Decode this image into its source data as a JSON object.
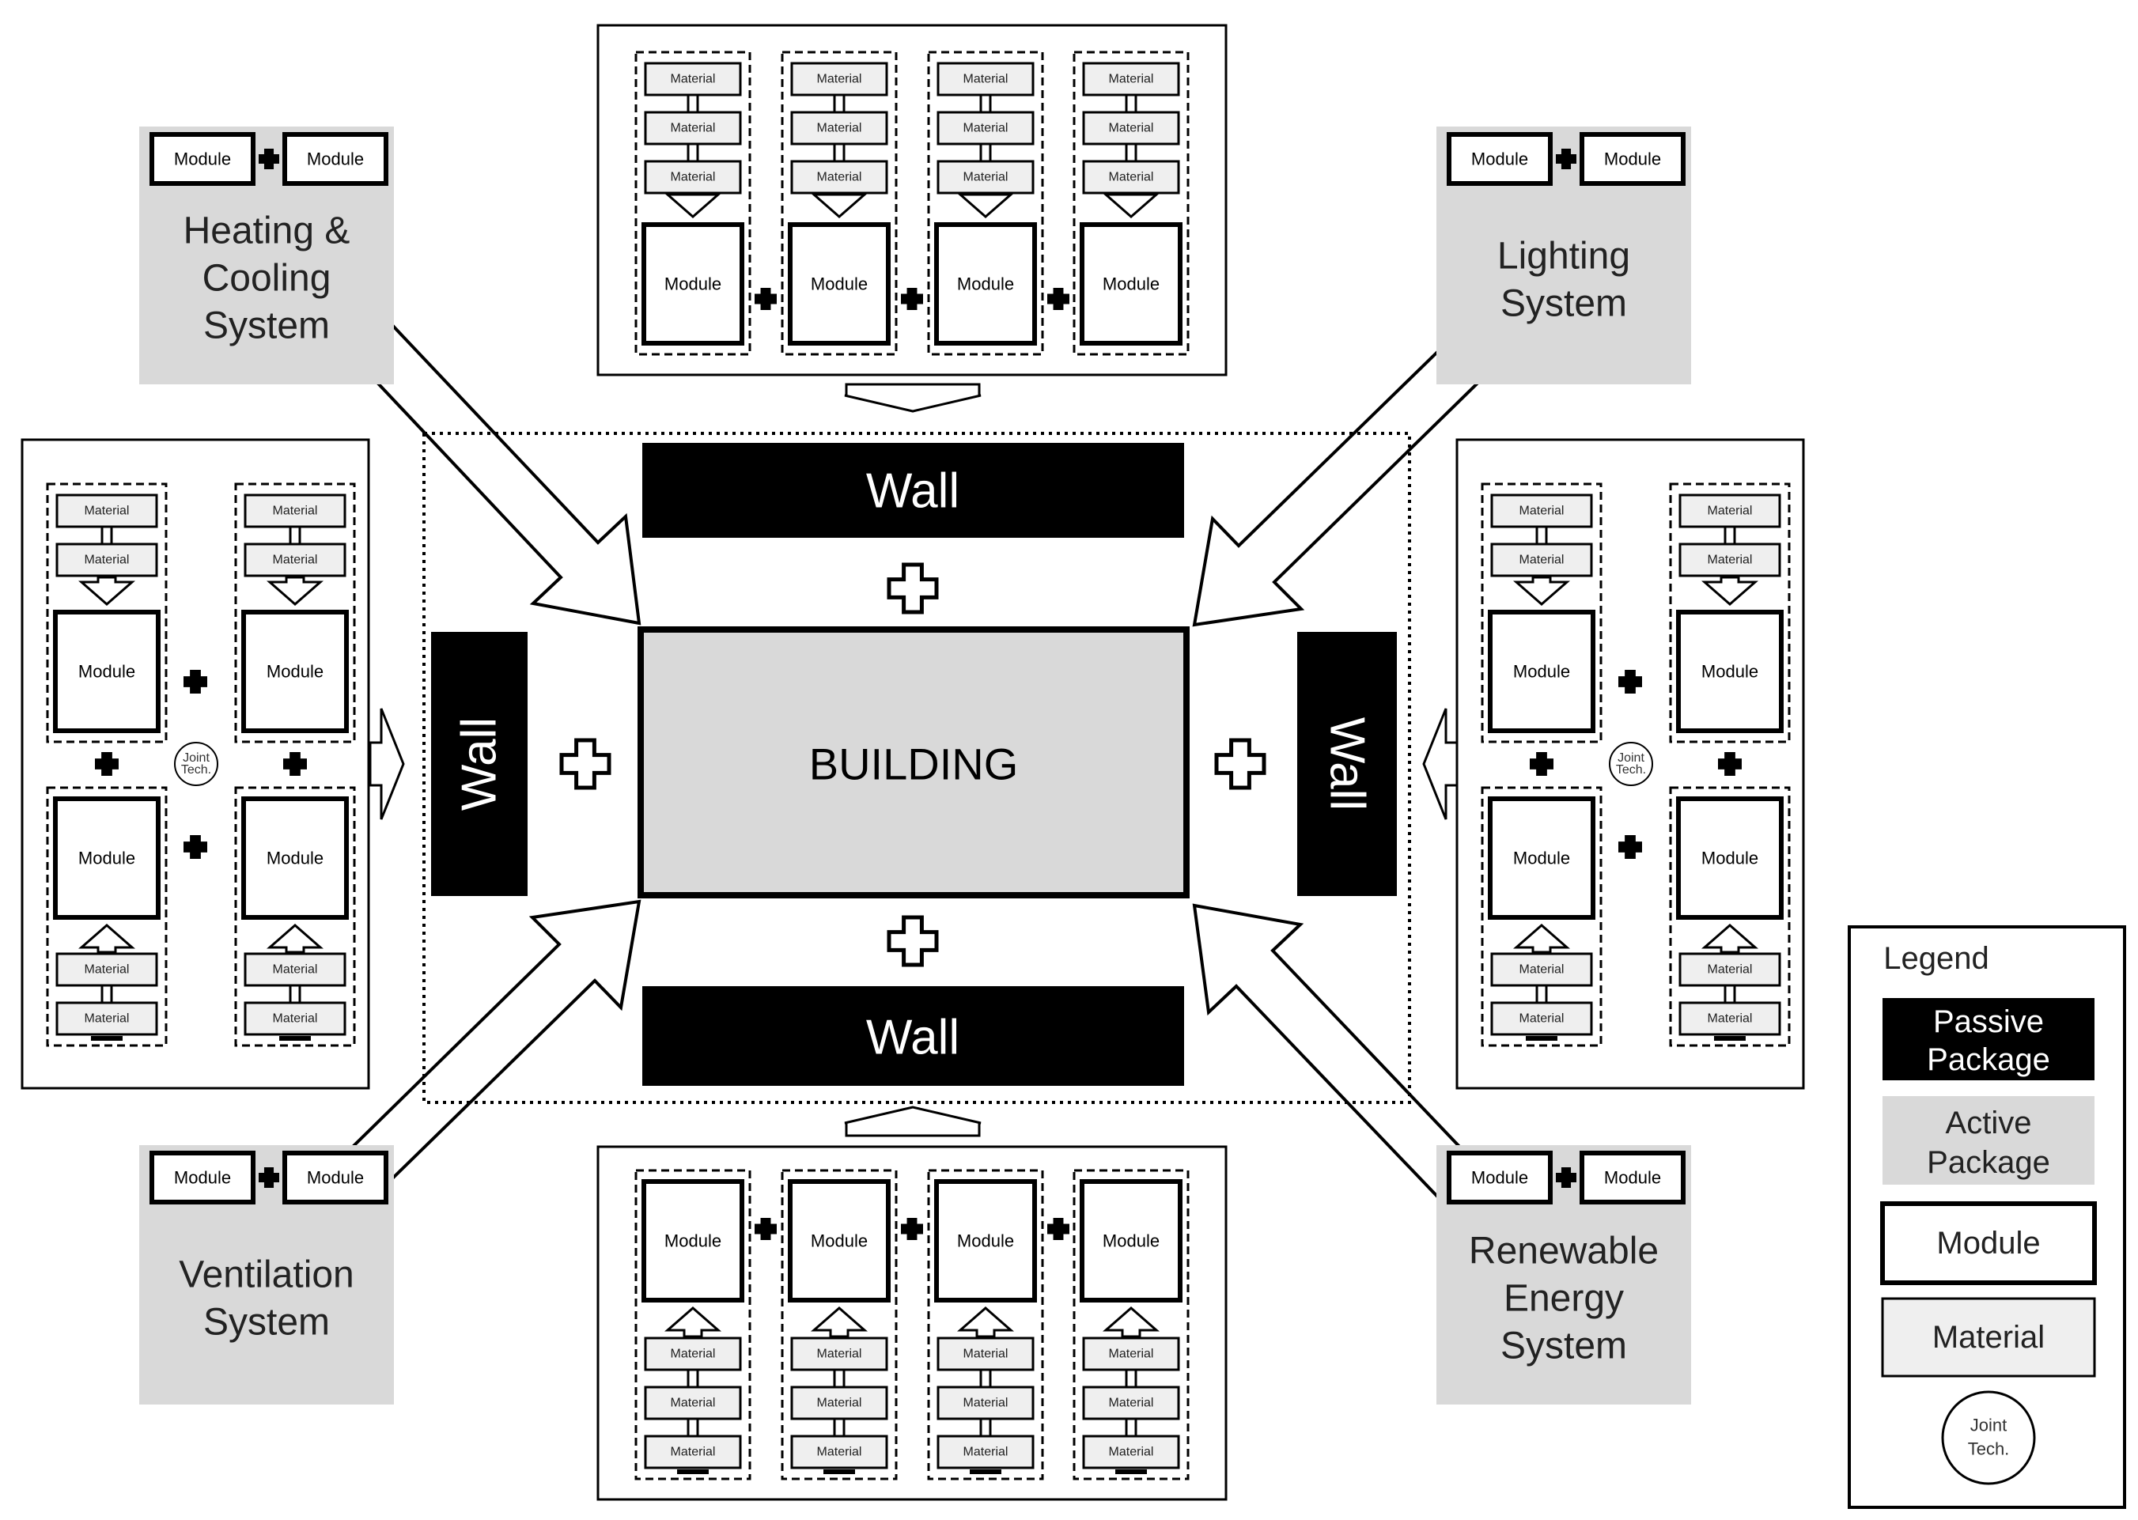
{
  "labels": {
    "material": "Material",
    "module": "Module",
    "wall": "Wall",
    "building": "BUILDING",
    "joint_line1": "Joint",
    "joint_line2": "Tech."
  },
  "systems": {
    "heating": [
      "Heating &",
      "Cooling",
      "System"
    ],
    "lighting": [
      "Lighting",
      "System"
    ],
    "ventilation": [
      "Ventilation",
      "System"
    ],
    "renewable": [
      "Renewable",
      "Energy",
      "System"
    ]
  },
  "legend": {
    "title": "Legend",
    "passive": [
      "Passive",
      "Package"
    ],
    "active": [
      "Active",
      "Package"
    ],
    "module": "Module",
    "material": "Material",
    "joint": [
      "Joint",
      "Tech."
    ]
  },
  "colors": {
    "passive_package": "#000000",
    "active_package": "#d9d9d9",
    "material_fill": "#efefef",
    "module_fill": "#ffffff"
  }
}
